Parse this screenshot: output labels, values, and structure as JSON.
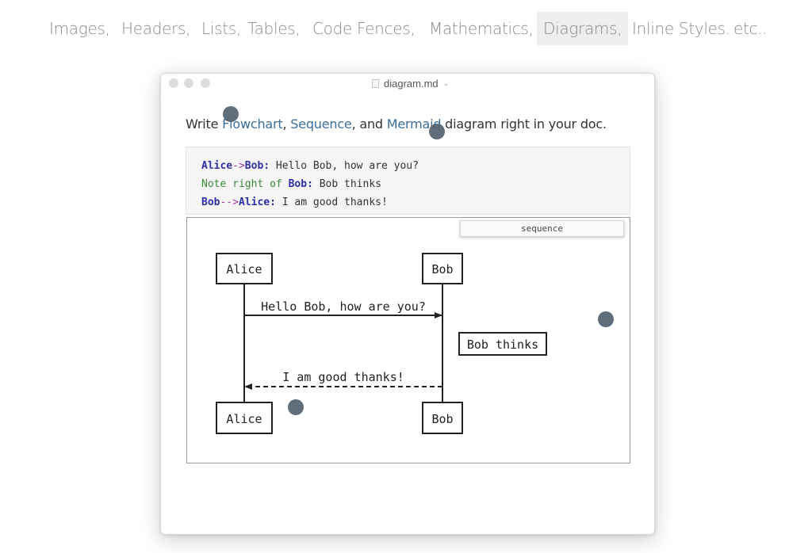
{
  "nav": {
    "items": [
      {
        "label": "Images,"
      },
      {
        "label": "Headers,"
      },
      {
        "label": "Lists,"
      },
      {
        "label": "Tables,"
      },
      {
        "label": "Code Fences,"
      },
      {
        "label": "Mathematics,"
      },
      {
        "label": "Diagrams,",
        "active": true
      },
      {
        "label": "Inline Styles."
      },
      {
        "label": "etc.."
      }
    ]
  },
  "window": {
    "title": "diagram.md",
    "title_chevron": "⌄"
  },
  "doc": {
    "intro_prefix": "Write ",
    "link_flowchart": "Flowchart",
    "sep1": ", ",
    "link_sequence": "Sequence",
    "sep2": ", and ",
    "link_mermaid": "Mermaid",
    "intro_suffix": " diagram right in your doc."
  },
  "code": {
    "line1": {
      "actor_from": "Alice",
      "arrow": "->",
      "actor_to": "Bob",
      "colon": ":",
      "text": " Hello Bob, how are you?"
    },
    "line2": {
      "note": "Note right of",
      "space": " ",
      "actor": "Bob",
      "colon": ":",
      "text": " Bob thinks"
    },
    "line3": {
      "actor_from": "Bob",
      "arrow": "-->",
      "actor_to": "Alice",
      "colon": ":",
      "text": " I am good thanks!"
    }
  },
  "diagram": {
    "language_label": "sequence",
    "actors": [
      "Alice",
      "Bob"
    ],
    "messages": [
      {
        "from": "Alice",
        "to": "Bob",
        "text": "Hello Bob, how are you?",
        "style": "solid"
      },
      {
        "from": "Bob",
        "to": "Alice",
        "text": "I am good thanks!",
        "style": "dashed"
      }
    ],
    "note": {
      "position": "right of",
      "actor": "Bob",
      "text": "Bob thinks"
    }
  },
  "colors": {
    "link": "#3b6e9a",
    "code_keyword": "#2f2fa8",
    "code_note": "#3a8a3a",
    "code_arrow": "#a33ba3",
    "cursor_dot": "#536170"
  }
}
